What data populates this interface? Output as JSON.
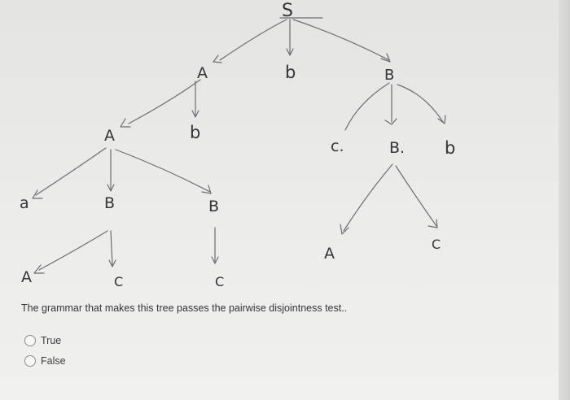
{
  "tree": {
    "nodes": [
      {
        "id": "S",
        "label": "S"
      },
      {
        "id": "A1",
        "label": "A"
      },
      {
        "id": "b1",
        "label": "b"
      },
      {
        "id": "B1",
        "label": "B"
      },
      {
        "id": "A2",
        "label": "A"
      },
      {
        "id": "b2",
        "label": "b"
      },
      {
        "id": "c_eps",
        "label": "c."
      },
      {
        "id": "B2",
        "label": "B."
      },
      {
        "id": "b3",
        "label": "b"
      },
      {
        "id": "a1",
        "label": "a"
      },
      {
        "id": "B3",
        "label": "B"
      },
      {
        "id": "B4",
        "label": "B"
      },
      {
        "id": "A3",
        "label": "A"
      },
      {
        "id": "c1",
        "label": "C"
      },
      {
        "id": "A4",
        "label": "A"
      },
      {
        "id": "c2",
        "label": "C"
      },
      {
        "id": "c3",
        "label": "C"
      }
    ]
  },
  "question": {
    "text": "The grammar that makes this tree passes the pairwise disjointness test..",
    "options": [
      {
        "label": "True",
        "selected": false
      },
      {
        "label": "False",
        "selected": false
      }
    ]
  }
}
